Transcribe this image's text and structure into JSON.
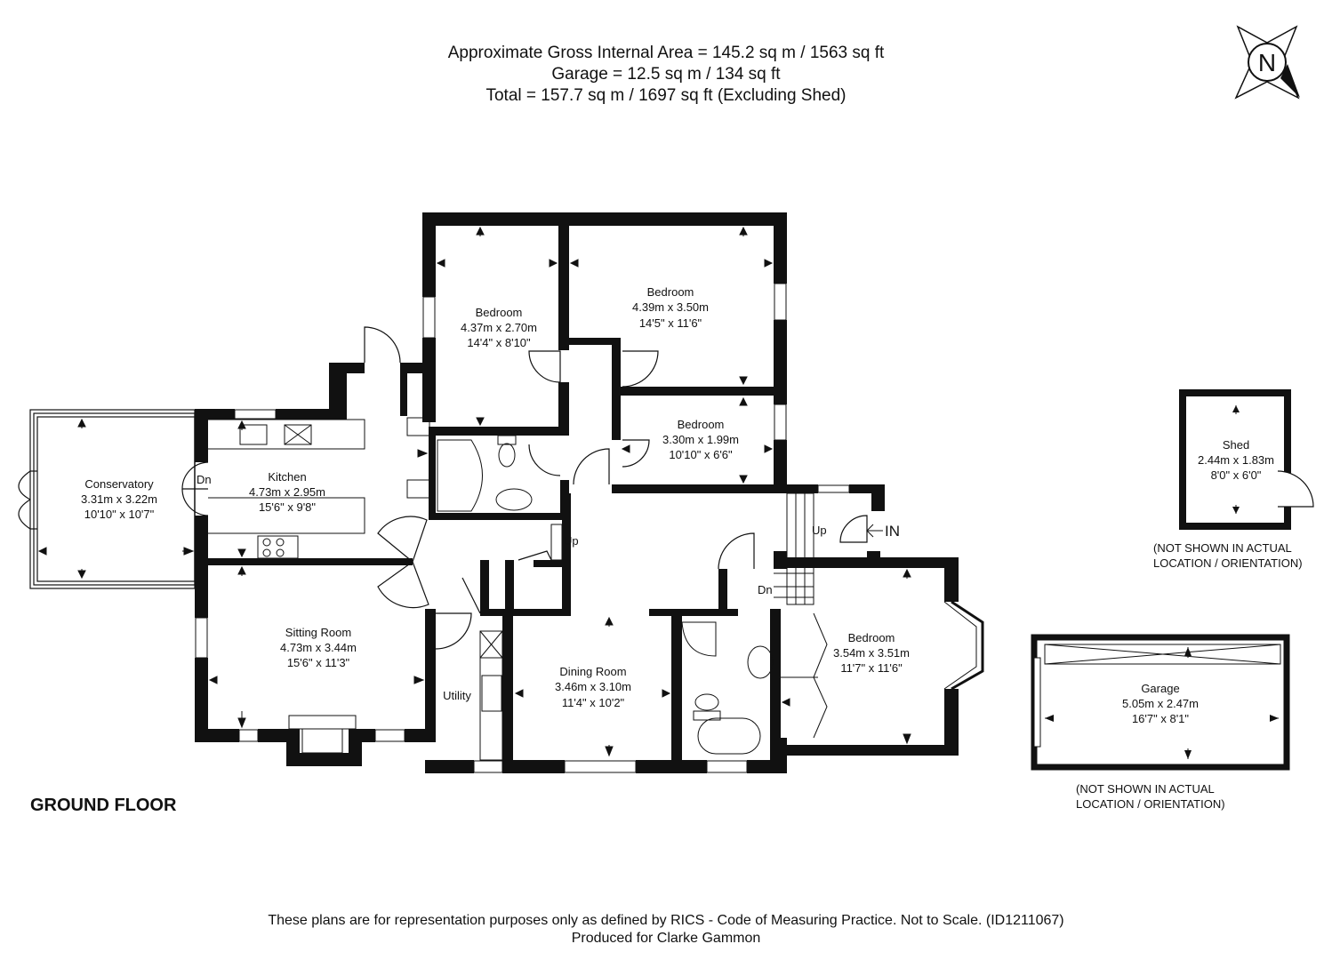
{
  "header": {
    "line1": "Approximate Gross Internal Area = 145.2 sq m / 1563 sq ft",
    "line2": "Garage = 12.5 sq m / 134 sq ft",
    "line3": "Total = 157.7 sq m / 1697 sq ft (Excluding Shed)"
  },
  "compass": {
    "letter": "N"
  },
  "floor_label": "GROUND FLOOR",
  "rooms": {
    "bedroom1": {
      "name": "Bedroom",
      "metric": "4.37m x 2.70m",
      "imperial": "14'4\" x 8'10\""
    },
    "bedroom2": {
      "name": "Bedroom",
      "metric": "4.39m x 3.50m",
      "imperial": "14'5\" x 11'6\""
    },
    "bedroom3": {
      "name": "Bedroom",
      "metric": "3.30m x 1.99m",
      "imperial": "10'10\" x 6'6\""
    },
    "bedroom4": {
      "name": "Bedroom",
      "metric": "3.54m x 3.51m",
      "imperial": "11'7\" x 11'6\""
    },
    "conservatory": {
      "name": "Conservatory",
      "metric": "3.31m x 3.22m",
      "imperial": "10'10\" x 10'7\""
    },
    "kitchen": {
      "name": "Kitchen",
      "metric": "4.73m x 2.95m",
      "imperial": "15'6\" x 9'8\""
    },
    "sitting": {
      "name": "Sitting Room",
      "metric": "4.73m x 3.44m",
      "imperial": "15'6\" x 11'3\""
    },
    "dining": {
      "name": "Dining Room",
      "metric": "3.46m x 3.10m",
      "imperial": "11'4\" x 10'2\""
    },
    "utility": {
      "name": "Utility"
    },
    "shed": {
      "name": "Shed",
      "metric": "2.44m x 1.83m",
      "imperial": "8'0\" x 6'0\""
    },
    "garage": {
      "name": "Garage",
      "metric": "5.05m x 2.47m",
      "imperial": "16'7\" x 8'1\""
    }
  },
  "markers": {
    "dn_conservatory": "Dn",
    "up_hall": "Up",
    "up_entrance": "Up",
    "dn_entrance": "Dn",
    "in": "IN"
  },
  "notes": {
    "shed_line1": "(NOT SHOWN IN ACTUAL",
    "shed_line2": "LOCATION / ORIENTATION)",
    "garage_line1": "(NOT SHOWN IN ACTUAL",
    "garage_line2": "LOCATION / ORIENTATION)"
  },
  "footer": {
    "line1": "These plans are for representation purposes only as defined by RICS - Code of Measuring Practice. Not to Scale. (ID1211067)",
    "line2": "Produced for Clarke Gammon"
  }
}
